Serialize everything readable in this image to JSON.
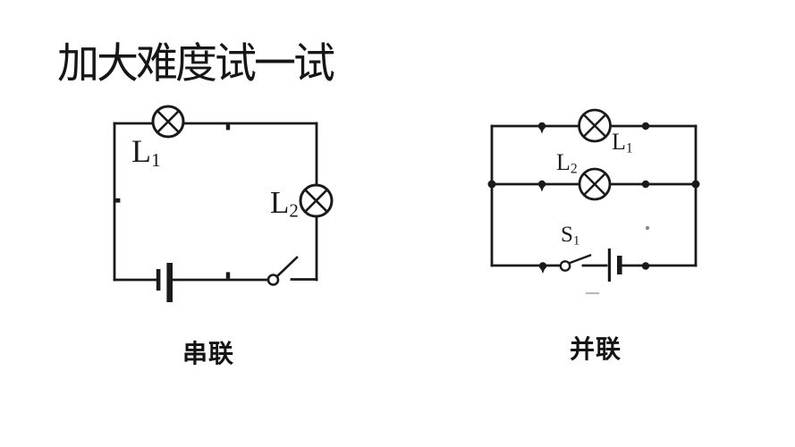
{
  "page": {
    "title": "加大难度试一试"
  },
  "colors": {
    "background": "#ffffff",
    "line": "#1a1a1a",
    "text": "#161616"
  },
  "series_circuit": {
    "caption": "串联",
    "lamp1": {
      "main": "L",
      "sub": "1"
    },
    "lamp2": {
      "main": "L",
      "sub": "2"
    }
  },
  "parallel_circuit": {
    "caption": "并联",
    "lamp1": {
      "main": "L",
      "sub": "1"
    },
    "lamp2": {
      "main": "L",
      "sub": "2"
    },
    "switch1": {
      "main": "S",
      "sub": "1"
    }
  }
}
